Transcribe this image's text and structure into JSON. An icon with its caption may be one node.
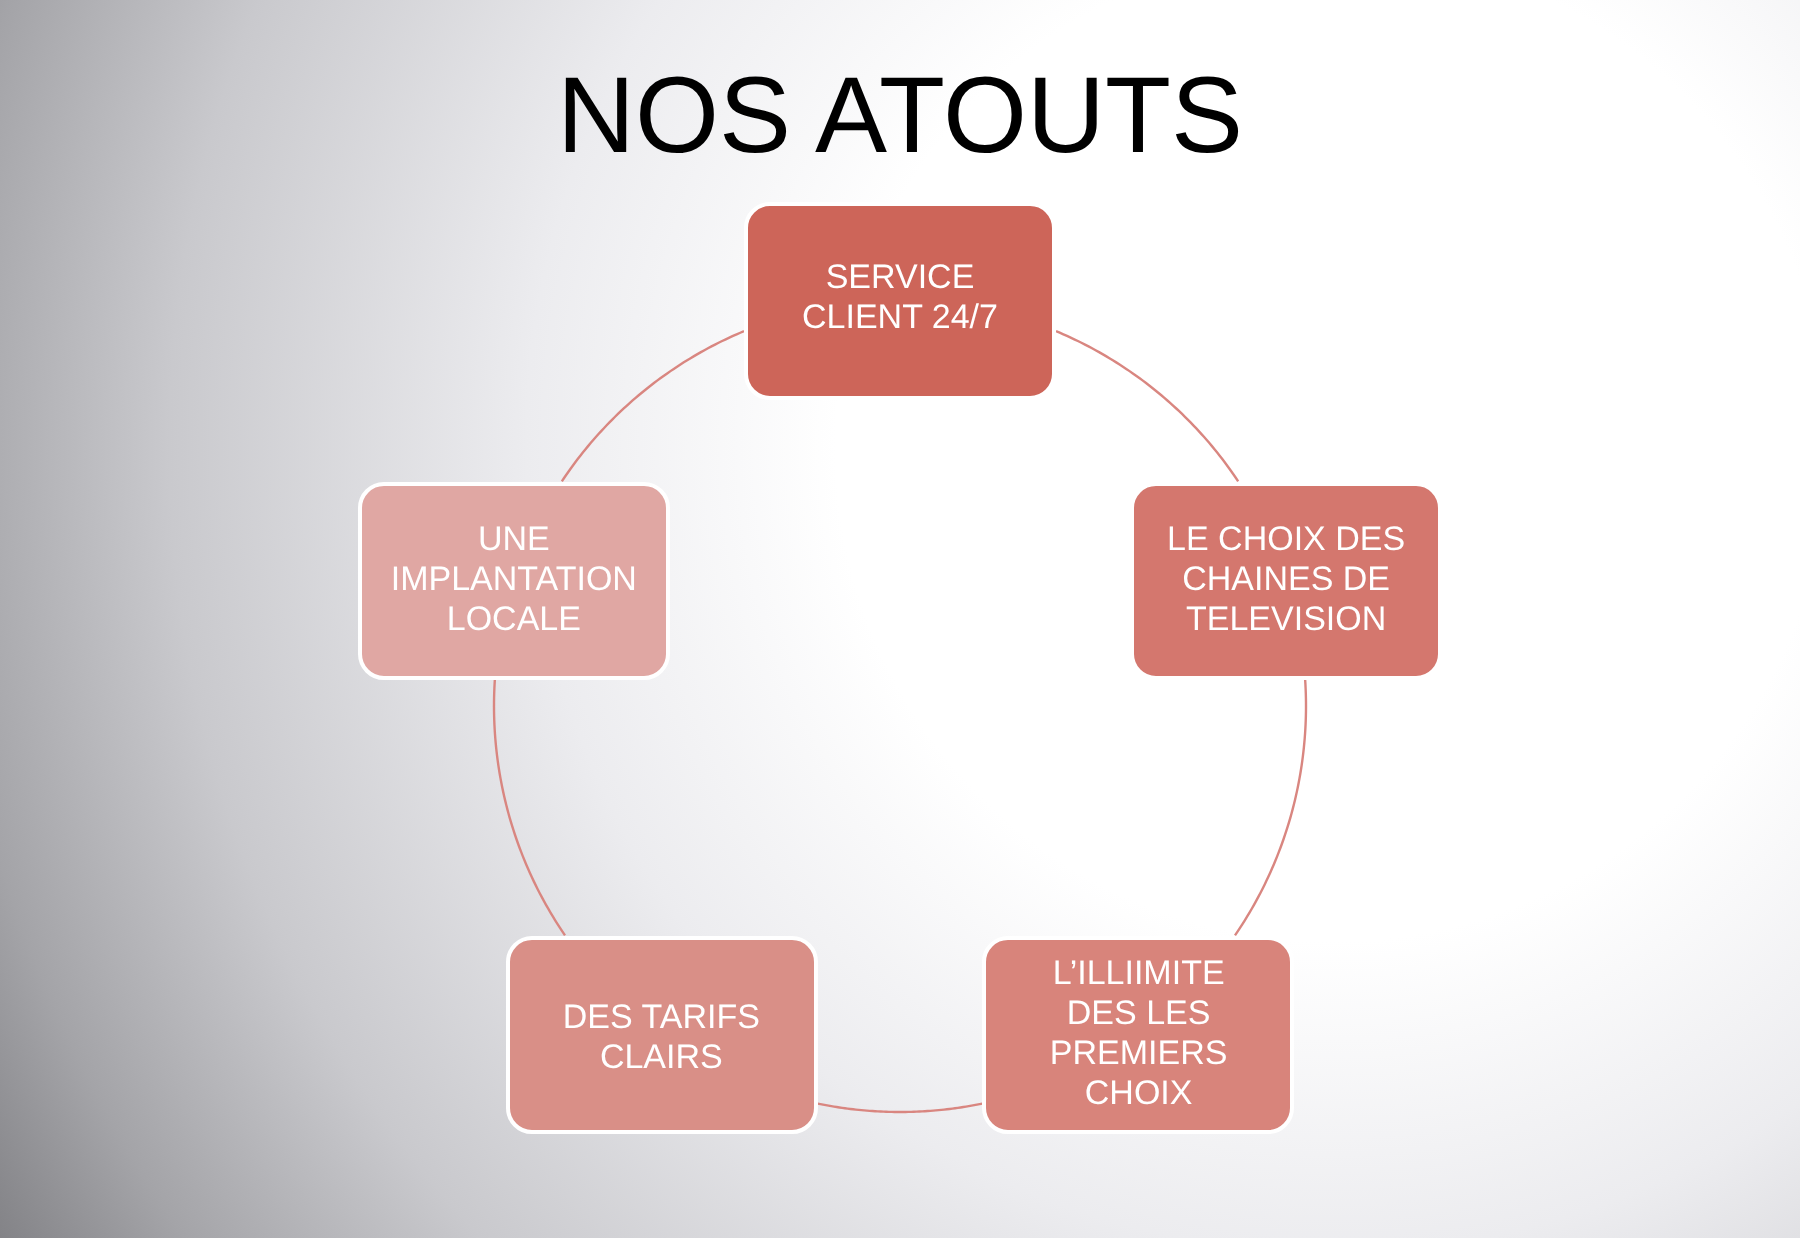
{
  "diagram": {
    "title": "NOS ATOUTS",
    "nodes": [
      {
        "text": [
          "SERVICE CLIENT 24/7"
        ]
      },
      {
        "text": [
          "UNE IMPLANTATION LOCALE"
        ]
      },
      {
        "text": [
          "LE CHOIX DES CHAINES DE TELEVISION"
        ]
      },
      {
        "text": [
          "DES TARIFS CLAIRS"
        ]
      },
      {
        "text": [
          "L’ILLIIMITE DES LES PREMIERS CHOIX"
        ]
      }
    ],
    "edges": [
      {
        "from": 0,
        "to": 2,
        "arrow": "none"
      },
      {
        "from": 2,
        "to": 4,
        "arrow": "none"
      },
      {
        "from": 4,
        "to": 3,
        "arrow": "none"
      },
      {
        "from": 3,
        "to": 1,
        "arrow": "none"
      },
      {
        "from": 1,
        "to": 0,
        "arrow": "none"
      }
    ]
  }
}
